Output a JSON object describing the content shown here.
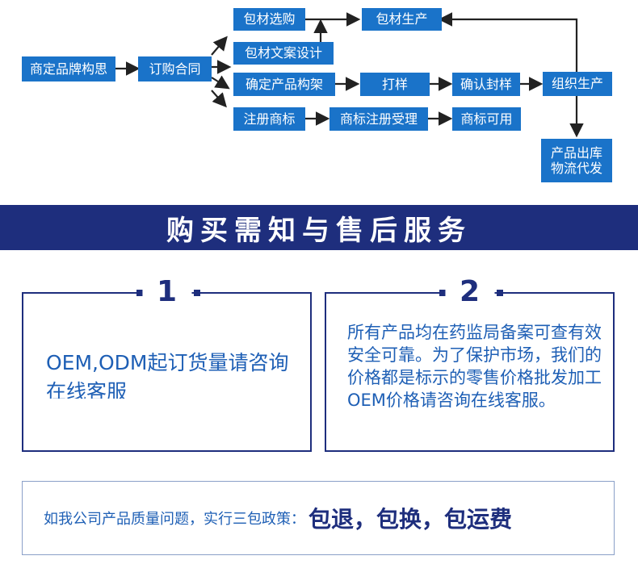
{
  "flow": {
    "shang_ding": "商定品牌构思",
    "ding_gou": "订购合同",
    "xuan_gou": "包材选购",
    "sheng_chan_bao": "包材生产",
    "wen_an": "包材文案设计",
    "que_ding": "确定产品构架",
    "da_yang": "打样",
    "que_ren": "确认封样",
    "zu_zhi": "组织生产",
    "zhu_ce": "注册商标",
    "shou_li": "商标注册受理",
    "ke_yong": "商标可用",
    "chu_ku_line1": "产品出库",
    "chu_ku_line2": "物流代发"
  },
  "banner": {
    "title": "购买需知与售后服务"
  },
  "cards": [
    {
      "number": "1",
      "text": "OEM,ODM起订货量请咨询在线客服"
    },
    {
      "number": "2",
      "text": "所有产品均在药监局备案可查有效安全可靠。为了保护市场，我们的价格都是标示的零售价格批发加工OEM价格请咨询在线客服。"
    }
  ],
  "notice": {
    "lead": "如我公司产品质量问题，实行三包政策：",
    "strong": "包退，包换，包运费"
  },
  "colors": {
    "box_blue": "#1a73c9",
    "navy": "#1e2e7d",
    "text_blue": "#1e5fb5"
  }
}
